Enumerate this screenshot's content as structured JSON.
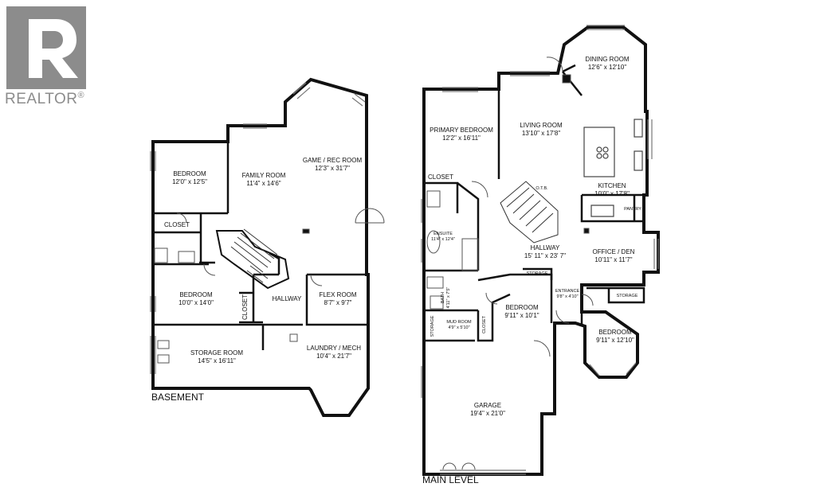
{
  "brand": {
    "name": "REALTOR",
    "mark": "®"
  },
  "levels": {
    "basement": "BASEMENT",
    "main": "MAIN LEVEL"
  },
  "rooms": {
    "bedroom_b1": {
      "name": "BEDROOM",
      "size": "12'0\" x 12'5\""
    },
    "family_room": {
      "name": "FAMILY ROOM",
      "size": "11'4\" x 14'6\""
    },
    "game_rec_room": {
      "name": "GAME / REC ROOM",
      "size": "12'3\" x 31'7\""
    },
    "closet_b1": {
      "name": "CLOSET"
    },
    "bedroom_b2": {
      "name": "BEDROOM",
      "size": "10'0\" x 14'0\""
    },
    "closet_b2": {
      "name": "CLOSET"
    },
    "hallway_b": {
      "name": "HALLWAY"
    },
    "flex_room": {
      "name": "FLEX ROOM",
      "size": "8'7\" x 9'7\""
    },
    "storage_room": {
      "name": "STORAGE ROOM",
      "size": "14'5\" x 16'11\""
    },
    "laundry_mech": {
      "name": "LAUNDRY / MECH",
      "size": "10'4\" x 21'7\""
    },
    "dining_room": {
      "name": "DINING ROOM",
      "size": "12'6\" x 12'10\""
    },
    "primary_bedroom": {
      "name": "PRIMARY BEDROOM",
      "size": "12'2\" x 16'11\""
    },
    "living_room": {
      "name": "LIVING ROOM",
      "size": "13'10\" x 17'8\""
    },
    "closet_m": {
      "name": "CLOSET"
    },
    "otb": {
      "name": "O.T.B."
    },
    "kitchen": {
      "name": "KITCHEN",
      "size": "10'0\" x 17'8\""
    },
    "pantry": {
      "name": "PANTRY"
    },
    "ensuite": {
      "name": "ENSUITE",
      "size": "11'4\" x 12'4\""
    },
    "hallway_m": {
      "name": "HALLWAY",
      "size": "15' 11\" x 23' 7\""
    },
    "office_den": {
      "name": "OFFICE / DEN",
      "size": "10'11\" x 11'7\""
    },
    "storage_m1": {
      "name": "STORAGE"
    },
    "storage_m2": {
      "name": "STORAGE"
    },
    "bath": {
      "name": "BATH",
      "size": "4'11\" x 7'5\""
    },
    "entrance": {
      "name": "ENTRANCE",
      "size": "9'8\" x 4'10\""
    },
    "bedroom_m1": {
      "name": "BEDROOM",
      "size": "9'11\" x 10'1\""
    },
    "bedroom_m2": {
      "name": "BEDROOM",
      "size": "9'11\" x 12'10\""
    },
    "mud_room": {
      "name": "MUD ROOM",
      "size": "4'9\" x 5'10\""
    },
    "storage_mud": {
      "name": "STORAGE"
    },
    "closet_mud": {
      "name": "CLOSET"
    },
    "garage": {
      "name": "GARAGE",
      "size": "19'4\" x 21'0\""
    }
  },
  "colors": {
    "wall": "#111111",
    "logo": "#8c8c8c",
    "fixture": "#555555"
  }
}
